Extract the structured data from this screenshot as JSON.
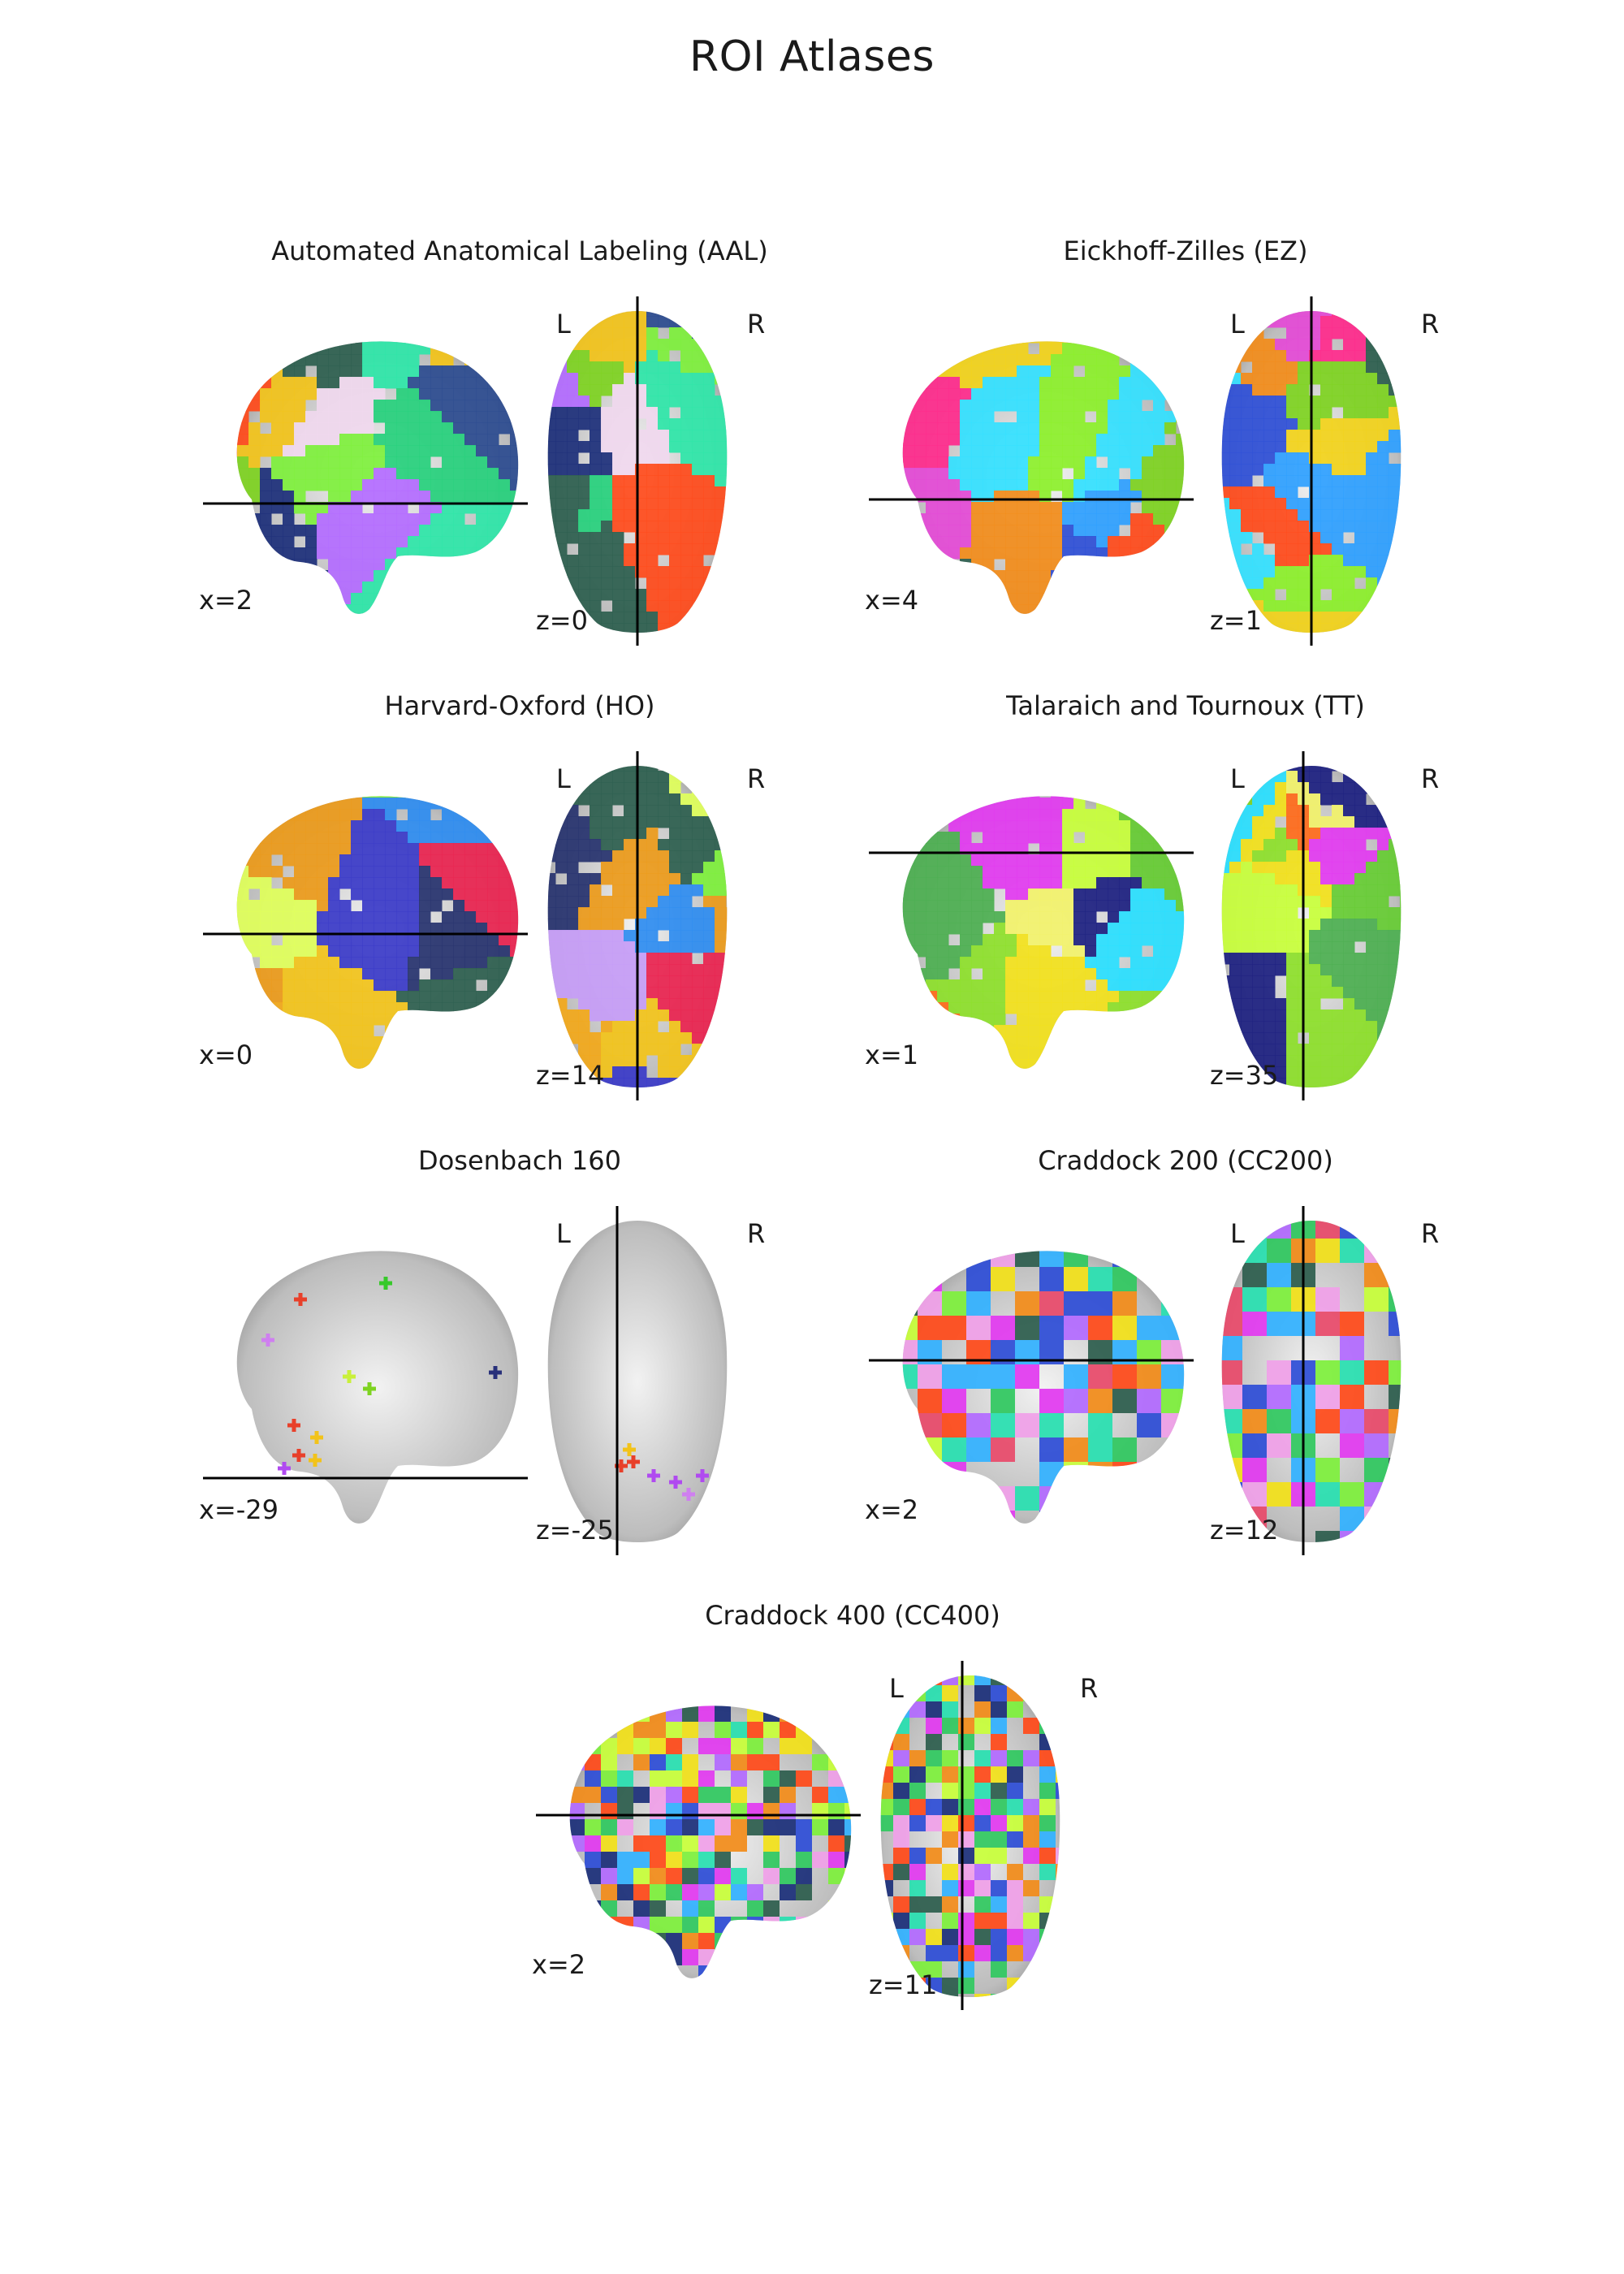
{
  "figure": {
    "title": "ROI Atlases"
  },
  "panels": [
    {
      "id": "aal",
      "title": "Automated Anatomical Labeling (AAL)",
      "sagittal_label": "x=2",
      "axial_label": "z=0",
      "left_label": "L",
      "right_label": "R",
      "kind": "parcel",
      "palette": [
        "#f2c31a",
        "#2d5e4e",
        "#2ee6a8",
        "#7ed321",
        "#ff4a1a",
        "#2b4b8f",
        "#f0d8ee",
        "#b36bff",
        "#7ef03c",
        "#26d07c",
        "#1c2f7a"
      ]
    },
    {
      "id": "ez",
      "title": "Eickhoff-Zilles (EZ)",
      "sagittal_label": "x=4",
      "axial_label": "z=1",
      "left_label": "L",
      "right_label": "R",
      "kind": "parcel",
      "palette": [
        "#f2d21a",
        "#2ea0ff",
        "#33e1ff",
        "#7ed321",
        "#f28c1a",
        "#ff4a1a",
        "#e44ad6",
        "#2e4ed6",
        "#2d5e4e",
        "#8cf02a",
        "#ff2a8c"
      ]
    },
    {
      "id": "ho",
      "title": "Harvard-Oxford (HO)",
      "sagittal_label": "x=0",
      "axial_label": "z=14",
      "left_label": "L",
      "right_label": "R",
      "kind": "parcel",
      "palette": [
        "#f2c31a",
        "#ec9a1a",
        "#2d5e4e",
        "#26326e",
        "#e9234f",
        "#2e8cf0",
        "#c69cf6",
        "#7ef03c",
        "#dfff5a",
        "#3a3ac8",
        "#f2a81a"
      ]
    },
    {
      "id": "tt",
      "title": "Talaraich and Tournoux (TT)",
      "sagittal_label": "x=1",
      "axial_label": "z=35",
      "left_label": "L",
      "right_label": "R",
      "kind": "parcel",
      "palette": [
        "#8de02a",
        "#f2e11a",
        "#1c2080",
        "#e23af0",
        "#ff6a1a",
        "#29e0ff",
        "#c8ff3a",
        "#66cc33",
        "#7ed321",
        "#f2f26a",
        "#4caf50"
      ]
    },
    {
      "id": "dos160",
      "title": "Dosenbach 160",
      "sagittal_label": "x=-29",
      "axial_label": "z=-25",
      "left_label": "L",
      "right_label": "R",
      "kind": "points",
      "palette": [
        "#e8402a",
        "#37c92a",
        "#cf7ff0",
        "#c9f03a",
        "#7ed321",
        "#28307a",
        "#f2c31a",
        "#b04af0"
      ]
    },
    {
      "id": "cc200",
      "title": "Craddock 200 (CC200)",
      "sagittal_label": "x=2",
      "axial_label": "z=12",
      "left_label": "L",
      "right_label": "R",
      "kind": "cluster",
      "palette": [
        "#e23af0",
        "#7ef03c",
        "#29e0b0",
        "#2e4ed6",
        "#f2e11a",
        "#ff4a1a",
        "#f0a0e8",
        "#c8ff3a",
        "#2d5e4e",
        "#33b1ff",
        "#f28c1a",
        "#30c860",
        "#e84a6a",
        "#b36bff"
      ]
    },
    {
      "id": "cc400",
      "title": "Craddock 400 (CC400)",
      "sagittal_label": "x=2",
      "axial_label": "z=11",
      "left_label": "L",
      "right_label": "R",
      "kind": "cluster",
      "palette": [
        "#e23af0",
        "#7ef03c",
        "#29e0b0",
        "#2e4ed6",
        "#f2e11a",
        "#ff4a1a",
        "#f0a0e8",
        "#c8ff3a",
        "#2d5e4e",
        "#33b1ff",
        "#f28c1a",
        "#30c860",
        "#1c2f7a",
        "#b36bff"
      ]
    }
  ]
}
